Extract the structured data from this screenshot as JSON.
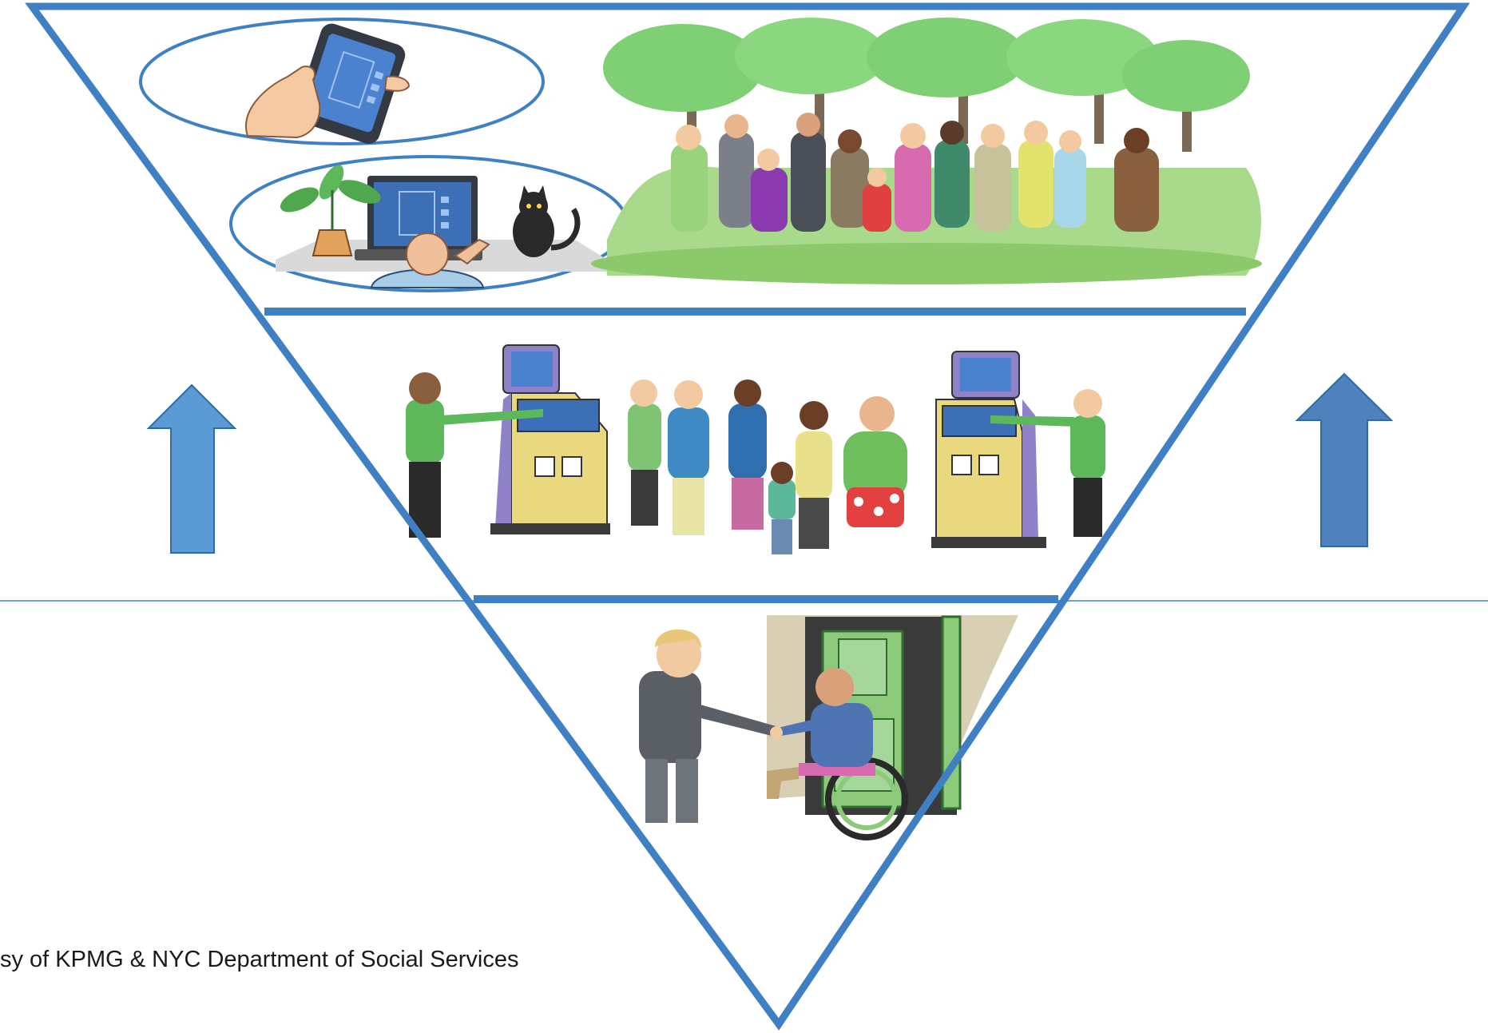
{
  "credit": "sy of KPMG & NYC Department of Social Services",
  "colors": {
    "triangle_stroke": "#3f7fc3",
    "divider_line": "#6f9fd4",
    "arrow_left": "#5b9bd5",
    "arrow_right": "#4f81bd",
    "arrow_stroke": "#2e6aa7",
    "grass": "#8cc96b",
    "tree": "#7fcf74",
    "screen": "#3d6fb6",
    "kiosk_yellow": "#e9d87e",
    "kiosk_purple": "#8f82c9",
    "door": "#8cc97a",
    "wall": "#d8cfb4"
  },
  "tiers": [
    {
      "name": "self-service-online",
      "scene": "phone-computer-crowd-in-park"
    },
    {
      "name": "assisted-kiosk",
      "scene": "people-queue-at-kiosks"
    },
    {
      "name": "in-person-home-visit",
      "scene": "worker-greets-person-in-wheelchair"
    }
  ],
  "arrows": [
    {
      "name": "left-up-arrow",
      "direction": "up"
    },
    {
      "name": "right-up-arrow",
      "direction": "up"
    }
  ]
}
